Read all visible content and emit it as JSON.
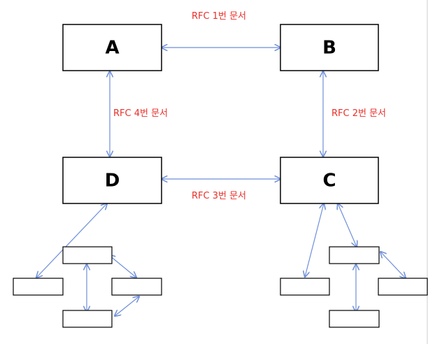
{
  "colors": {
    "arrow": "#6f8fd9",
    "label": "#e8302a",
    "box_border": "#000000"
  },
  "nodes": {
    "a": "A",
    "b": "B",
    "c": "C",
    "d": "D"
  },
  "edges": {
    "a_b": "RFC 1번 문서",
    "b_c": "RFC 2번 문서",
    "d_c": "RFC 3번 문서",
    "a_d": "RFC 4번 문서"
  }
}
